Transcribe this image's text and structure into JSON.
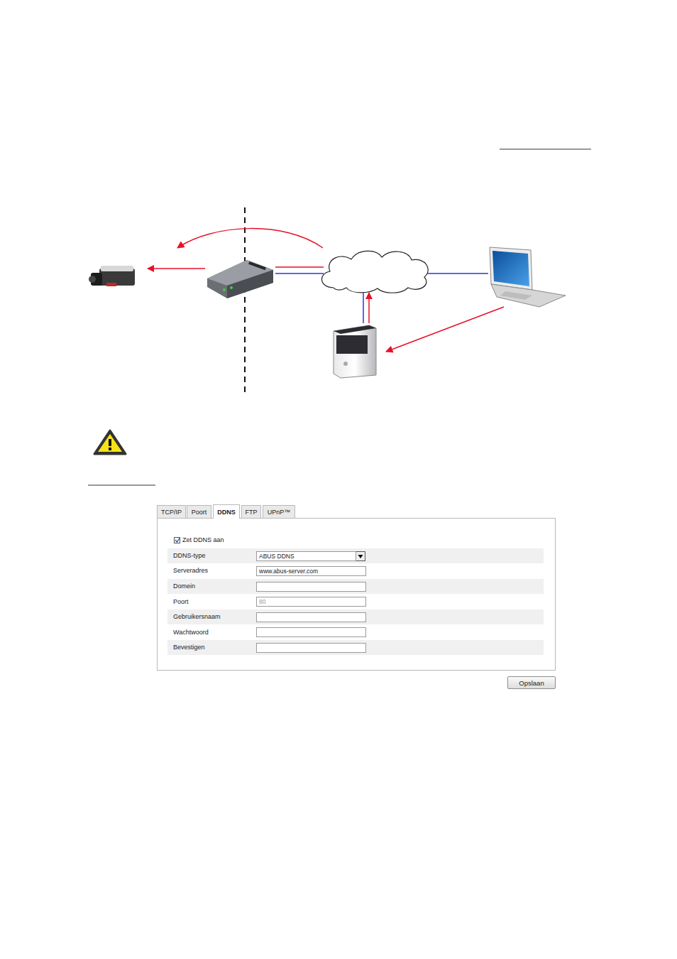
{
  "diagram": {
    "nodes": [
      {
        "text": [
          "TCP/IP"
        ]
      },
      {
        "text": [
          "Poort"
        ]
      },
      {
        "text": [
          "DDNS"
        ]
      },
      {
        "text": [
          "FTP"
        ]
      },
      {
        "text": [
          "UPnP™"
        ]
      },
      {
        "text": [
          "ABUS DDNS"
        ]
      },
      {
        "text": [
          "www.abus-server.com"
        ]
      },
      {
        "text": [
          "80"
        ]
      },
      {
        "text": [
          "Opslaan"
        ]
      }
    ],
    "labels": [
      "Zet DDNS aan",
      "DDNS-type",
      "Serveradres",
      "Domein",
      "Poort",
      "Gebruikersnaam",
      "Wachtwoord",
      "Bevestigen"
    ]
  }
}
